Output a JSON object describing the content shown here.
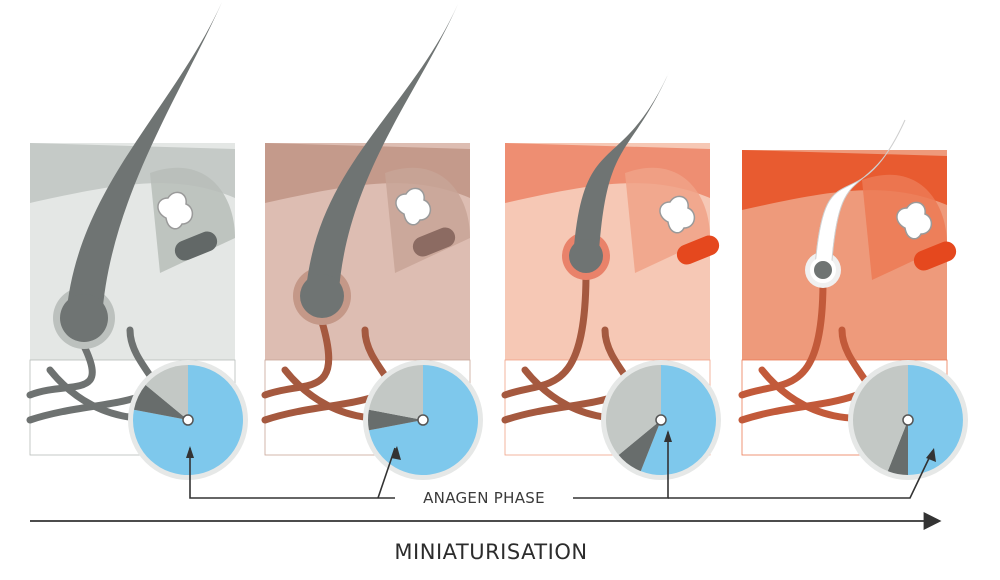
{
  "labels": {
    "callout": "ANAGEN PHASE",
    "axis": "MINIATURISATION"
  },
  "colors": {
    "hair": "#6f7473",
    "vessel_grey": "#6e7271",
    "anagen_blue": "#7ec8ec",
    "other_grey": "#c3c8c5",
    "dark_grey": "#686d6c",
    "dial_ring": "#e6e8e7"
  },
  "stages": [
    {
      "name": "stage-1",
      "skin_base": "#e4e7e5",
      "skin_top": "#c5cac7",
      "skin_shade": "#b7bdb9",
      "dermis_low": "#ffffff",
      "gland": "#626867",
      "hair": "#6f7473",
      "vessel": "#6e7271",
      "bulb_ring": "#bcc1be",
      "pie": {
        "anagen": 0.78,
        "dark": 0.08,
        "other": 0.14
      }
    },
    {
      "name": "stage-2",
      "skin_base": "#ddbdb2",
      "skin_top": "#c49a8b",
      "skin_shade": "#c8a597",
      "dermis_low": "#ffffff",
      "gland": "#8c6b62",
      "hair": "#6f7473",
      "vessel": "#a5593f",
      "bulb_ring": "#c49888",
      "pie": {
        "anagen": 0.72,
        "dark": 0.06,
        "other": 0.22
      }
    },
    {
      "name": "stage-3",
      "skin_base": "#f6c8b5",
      "skin_top": "#ee8e72",
      "skin_shade": "#f0a287",
      "dermis_low": "#ffffff",
      "gland": "#e5481e",
      "hair": "#6f7473",
      "vessel": "#a5593f",
      "bulb_ring": "#e9826a",
      "pie": {
        "anagen": 0.56,
        "dark": 0.08,
        "other": 0.36
      }
    },
    {
      "name": "stage-4",
      "skin_base": "#ee9a7b",
      "skin_top": "#e85b30",
      "skin_shade": "#ec7a55",
      "dermis_low": "#ffffff",
      "gland": "#e5481e",
      "hair": "#ffffff",
      "vessel": "#c25a3a",
      "bulb_ring": "#f0f0f0",
      "pie": {
        "anagen": 0.5,
        "dark": 0.06,
        "other": 0.44
      }
    }
  ]
}
